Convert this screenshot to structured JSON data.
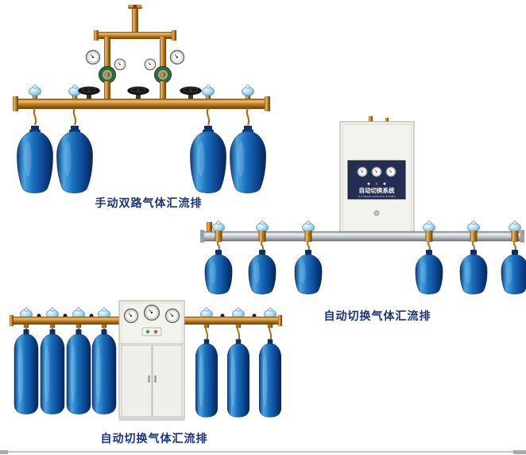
{
  "figures": {
    "manual": {
      "caption": "手动双路气体汇流排"
    },
    "auto_right": {
      "caption": "自动切换气体汇流排"
    },
    "auto_bottom": {
      "caption": "自动切换气体汇流排"
    }
  },
  "cabinet": {
    "panel_title": "自动切换系统",
    "panel_subtitle": "AUTOMATIC MANIFOLD SYSTEM"
  },
  "colors": {
    "caption_text": "#17357c",
    "cylinder_blue": "#1a6fbe",
    "brass": "#c8862a",
    "steel": "#c3c9cf",
    "protection_cap_blue": "#a8dcf2",
    "panel_navy": "#232f52"
  }
}
